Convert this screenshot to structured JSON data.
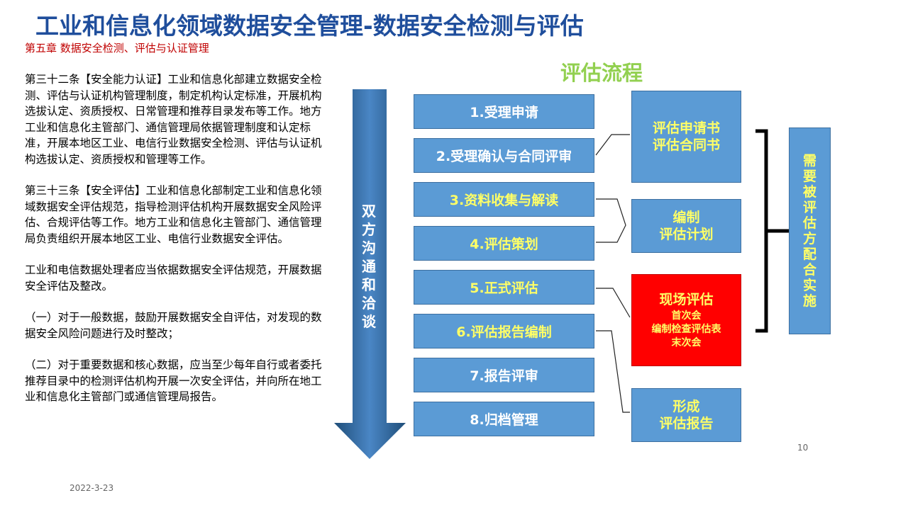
{
  "title": "工业和信息化领域数据安全管理-数据安全检测与评估",
  "chapter": "第五章  数据安全检测、评估与认证管理",
  "paragraphs": [
    "第三十二条【安全能力认证】工业和信息化部建立数据安全检测、评估与认证机构管理制度，制定机构认定标准，开展机构选拔认定、资质授权、日常管理和推荐目录发布等工作。地方工业和信息化主管部门、通信管理局依据管理制度和认定标准，开展本地区工业、电信行业数据安全检测、评估与认证机构选拔认定、资质授权和管理等工作。",
    "第三十三条【安全评估】工业和信息化部制定工业和信息化领域数据安全评估规范，指导检测评估机构开展数据安全风险评估、合规评估等工作。地方工业和信息化主管部门、通信管理局负责组织开展本地区工业、电信行业数据安全评估。",
    "工业和电信数据处理者应当依据数据安全评估规范，开展数据安全评估及整改。",
    "（一）对于一般数据，鼓励开展数据安全自评估，对发现的数据安全风险问题进行及时整改；",
    "（二）对于重要数据和核心数据，应当至少每年自行或者委托推荐目录中的检测评估机构开展一次安全评估，并向所在地工业和信息化主管部门或通信管理局报告。"
  ],
  "flow_title": "评估流程",
  "arrow_label": "双方沟通和洽谈",
  "steps": [
    "1.受理申请",
    "2.受理确认与合同评审",
    "3.资料收集与解读",
    "4.评估策划",
    "5.正式评估",
    "6.评估报告编制",
    "7.报告评审",
    "8.归档管理"
  ],
  "side_boxes": {
    "box1": {
      "line1": "评估申请书",
      "line2": "评估合同书"
    },
    "box2": {
      "line1": "编制",
      "line2": "评估计划"
    },
    "box3": {
      "head": "现场评估",
      "sub1": "首次会",
      "sub2": "编制检查评估表",
      "sub3": "末次会"
    },
    "box4": {
      "line1": "形成",
      "line2": "评估报告"
    }
  },
  "requirement": "需要被评估方配合实施",
  "colors": {
    "title": "#1f4e9c",
    "chapter": "#c00000",
    "box": "#5b9bd5",
    "highlight": "#ffff66",
    "alert": "#ff0000",
    "flow_title": "#92d050"
  },
  "page_number": "10",
  "date": "2022-3-23"
}
